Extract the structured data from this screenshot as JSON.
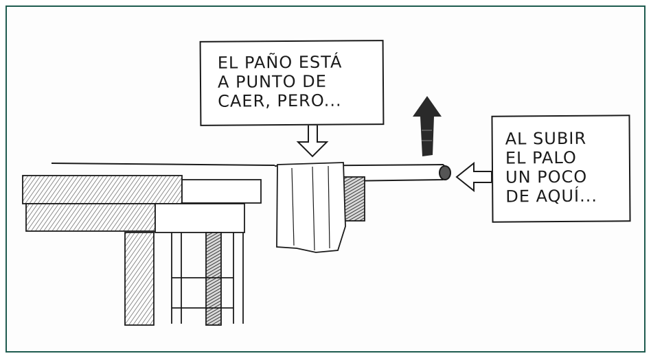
{
  "bubbles": {
    "left": {
      "lines": [
        "EL PAÑO ESTÁ",
        "A PUNTO DE",
        "CAER, PERO..."
      ]
    },
    "right": {
      "lines": [
        "AL SUBIR",
        "EL PALO",
        "UN POCO",
        "DE AQUÍ..."
      ]
    }
  },
  "colors": {
    "frame": "#1d5a4e",
    "ink": "#1a1a1a",
    "hatch": "#7a7a7a"
  },
  "icons": {
    "down_arrow": "hollow-down-arrow-icon",
    "up_arrow": "solid-up-arrow-icon",
    "left_arrow": "hollow-left-arrow-icon"
  }
}
